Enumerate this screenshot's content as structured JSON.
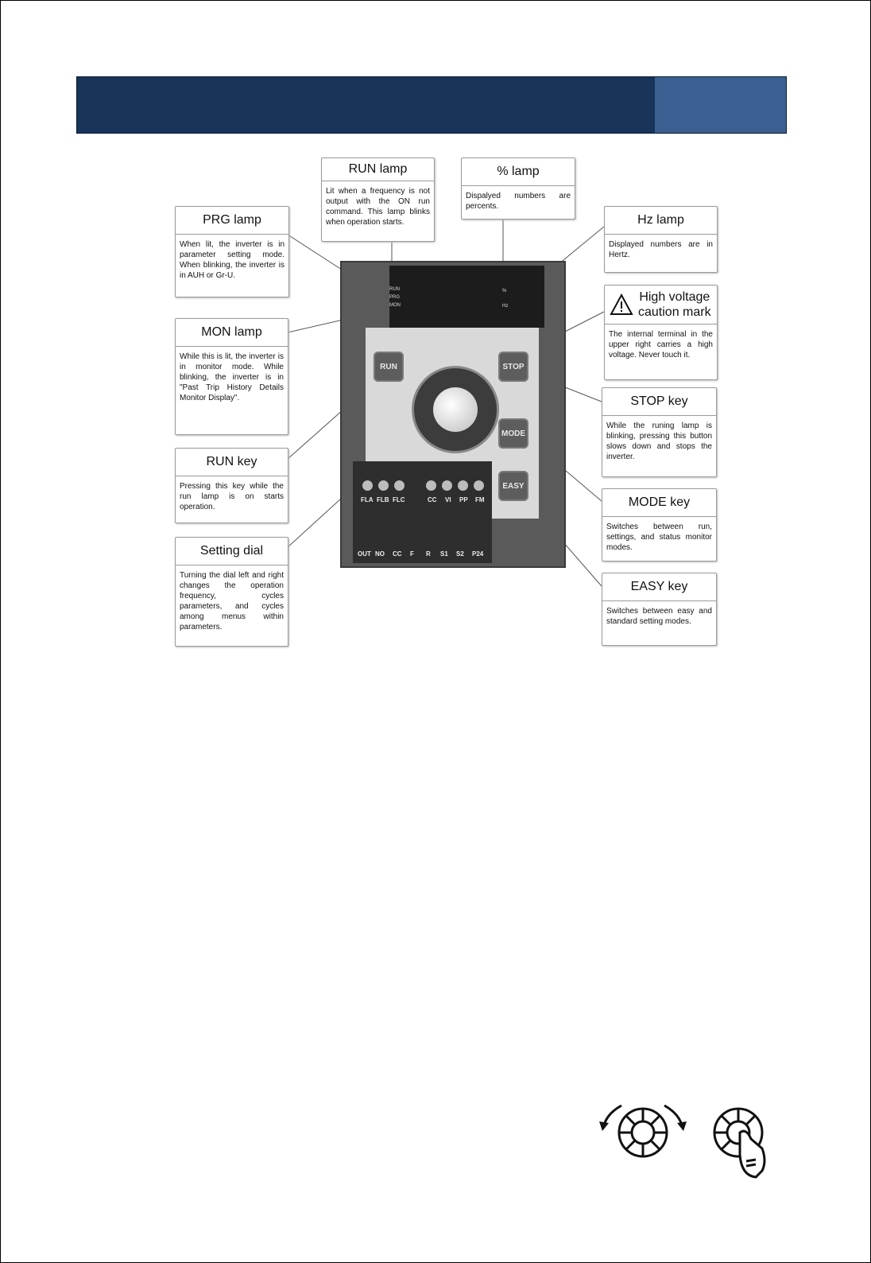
{
  "callouts": {
    "run_lamp": {
      "title": "RUN lamp",
      "text": "Lit when a frequency is not output with the ON run command. This lamp blinks when operation starts."
    },
    "percent_lamp": {
      "title": "% lamp",
      "text": "Dispalyed numbers are percents."
    },
    "prg_lamp": {
      "title": "PRG lamp",
      "text": "When lit, the inverter is in parameter setting mode. When blinking, the inverter is in AUH or Gr-U."
    },
    "hz_lamp": {
      "title": "Hz lamp",
      "text": "Displayed numbers are in Hertz."
    },
    "high_voltage": {
      "title_line1": "High voltage",
      "title_line2": "caution mark",
      "text": "The internal terminal in the upper right carries a high voltage. Never touch it."
    },
    "mon_lamp": {
      "title": "MON lamp",
      "text": "While this is lit, the inverter is in monitor mode. While blinking, the inverter is in \"Past Trip History Details Monitor Display\"."
    },
    "stop_key": {
      "title": "STOP key",
      "text": "While the runing lamp is blinking, pressing this button slows down and stops the inverter."
    },
    "run_key": {
      "title": "RUN key",
      "text": "Pressing this key while the run lamp is on starts operation."
    },
    "mode_key": {
      "title": "MODE key",
      "text": "Switches between run, settings, and status monitor modes."
    },
    "setting_dial": {
      "title": "Setting dial",
      "text": "Turning the dial left and right changes the operation frequency, cycles parameters, and cycles among menus within parameters."
    },
    "easy_key": {
      "title": "EASY key",
      "text": "Switches between easy and standard setting modes."
    }
  },
  "device": {
    "keys": {
      "run": "RUN",
      "stop": "STOP",
      "mode": "MODE",
      "easy": "EASY"
    },
    "lamp_labels": {
      "run": "RUN",
      "prg": "PRG",
      "mon": "MON",
      "percent": "%",
      "hz": "Hz"
    },
    "terminal_top": [
      "FLA",
      "FLB",
      "FLC",
      "CC",
      "VI",
      "PP",
      "FM"
    ],
    "terminal_bottom": [
      "OUT",
      "NO",
      "CC",
      "F",
      "R",
      "S1",
      "S2",
      "P24"
    ]
  },
  "colors": {
    "header": "#18345a",
    "header_accent": "#3a5f90"
  }
}
